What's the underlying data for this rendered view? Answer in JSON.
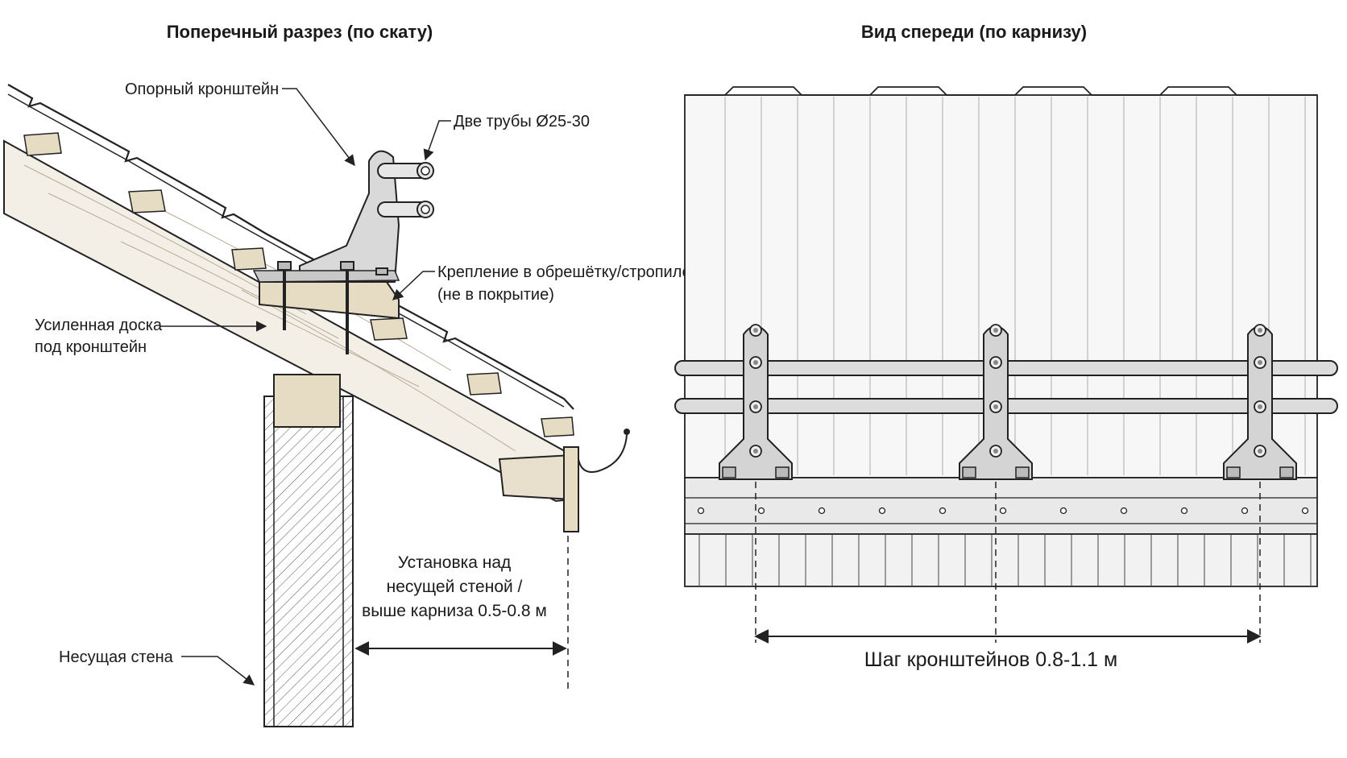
{
  "titles": {
    "section": "Поперечный разрез (по скату)",
    "front": "Вид спереди (по карнизу)"
  },
  "callouts": {
    "bracket": "Опорный кронштейн",
    "pipes": "Две трубы Ø25-30",
    "mount_line1": "Крепление в обрешётку/стропило",
    "mount_line2": "(не в покрытие)",
    "board_line1": "Усиленная доска",
    "board_line2": "под кронштейн",
    "wall": "Несущая стена"
  },
  "dimensions": {
    "install_line1": "Установка над",
    "install_line2": "несущей стеной /",
    "install_line3": "выше карниза 0.5-0.8 м",
    "spacing": "Шаг кронштейнов 0.8-1.1 м"
  },
  "colors": {
    "line": "#222222",
    "wood": "#f3efe6",
    "metal": "#d9d9d9",
    "sheet": "#f7f7f7"
  }
}
